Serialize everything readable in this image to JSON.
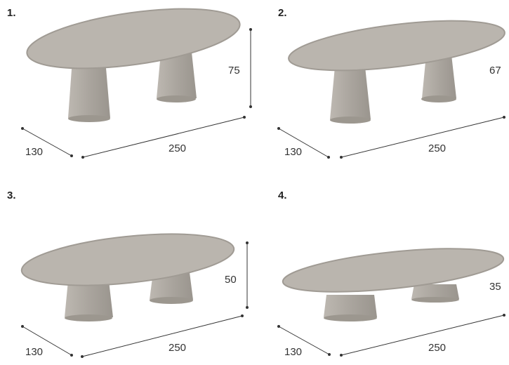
{
  "tables": [
    {
      "number": "1.",
      "depth": "130",
      "length": "250",
      "height": "75"
    },
    {
      "number": "2.",
      "depth": "130",
      "length": "250",
      "height": "67"
    },
    {
      "number": "3.",
      "depth": "130",
      "length": "250",
      "height": "50"
    },
    {
      "number": "4.",
      "depth": "130",
      "length": "250",
      "height": "35"
    }
  ],
  "colors": {
    "tabletop": "#b9b4ad",
    "base": "#a9a49d",
    "line": "#333333"
  }
}
